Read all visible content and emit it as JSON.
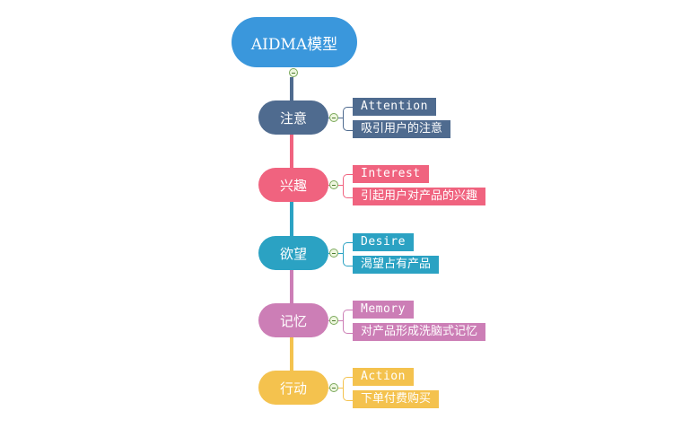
{
  "root": {
    "title": "AIDMA模型",
    "color": "#3a97dc"
  },
  "stages": [
    {
      "label": "注意",
      "en": "Attention",
      "desc": "吸引用户的注意",
      "color": "#4f6b8f"
    },
    {
      "label": "兴趣",
      "en": "Interest",
      "desc": "引起用户对产品的兴趣",
      "color": "#f0637f"
    },
    {
      "label": "欲望",
      "en": "Desire",
      "desc": "渴望占有产品",
      "color": "#2ba2c3"
    },
    {
      "label": "记忆",
      "en": "Memory",
      "desc": "对产品形成洗脑式记忆",
      "color": "#cc7eb6"
    },
    {
      "label": "行动",
      "en": "Action",
      "desc": "下单付费购买",
      "color": "#f4c24e"
    }
  ]
}
